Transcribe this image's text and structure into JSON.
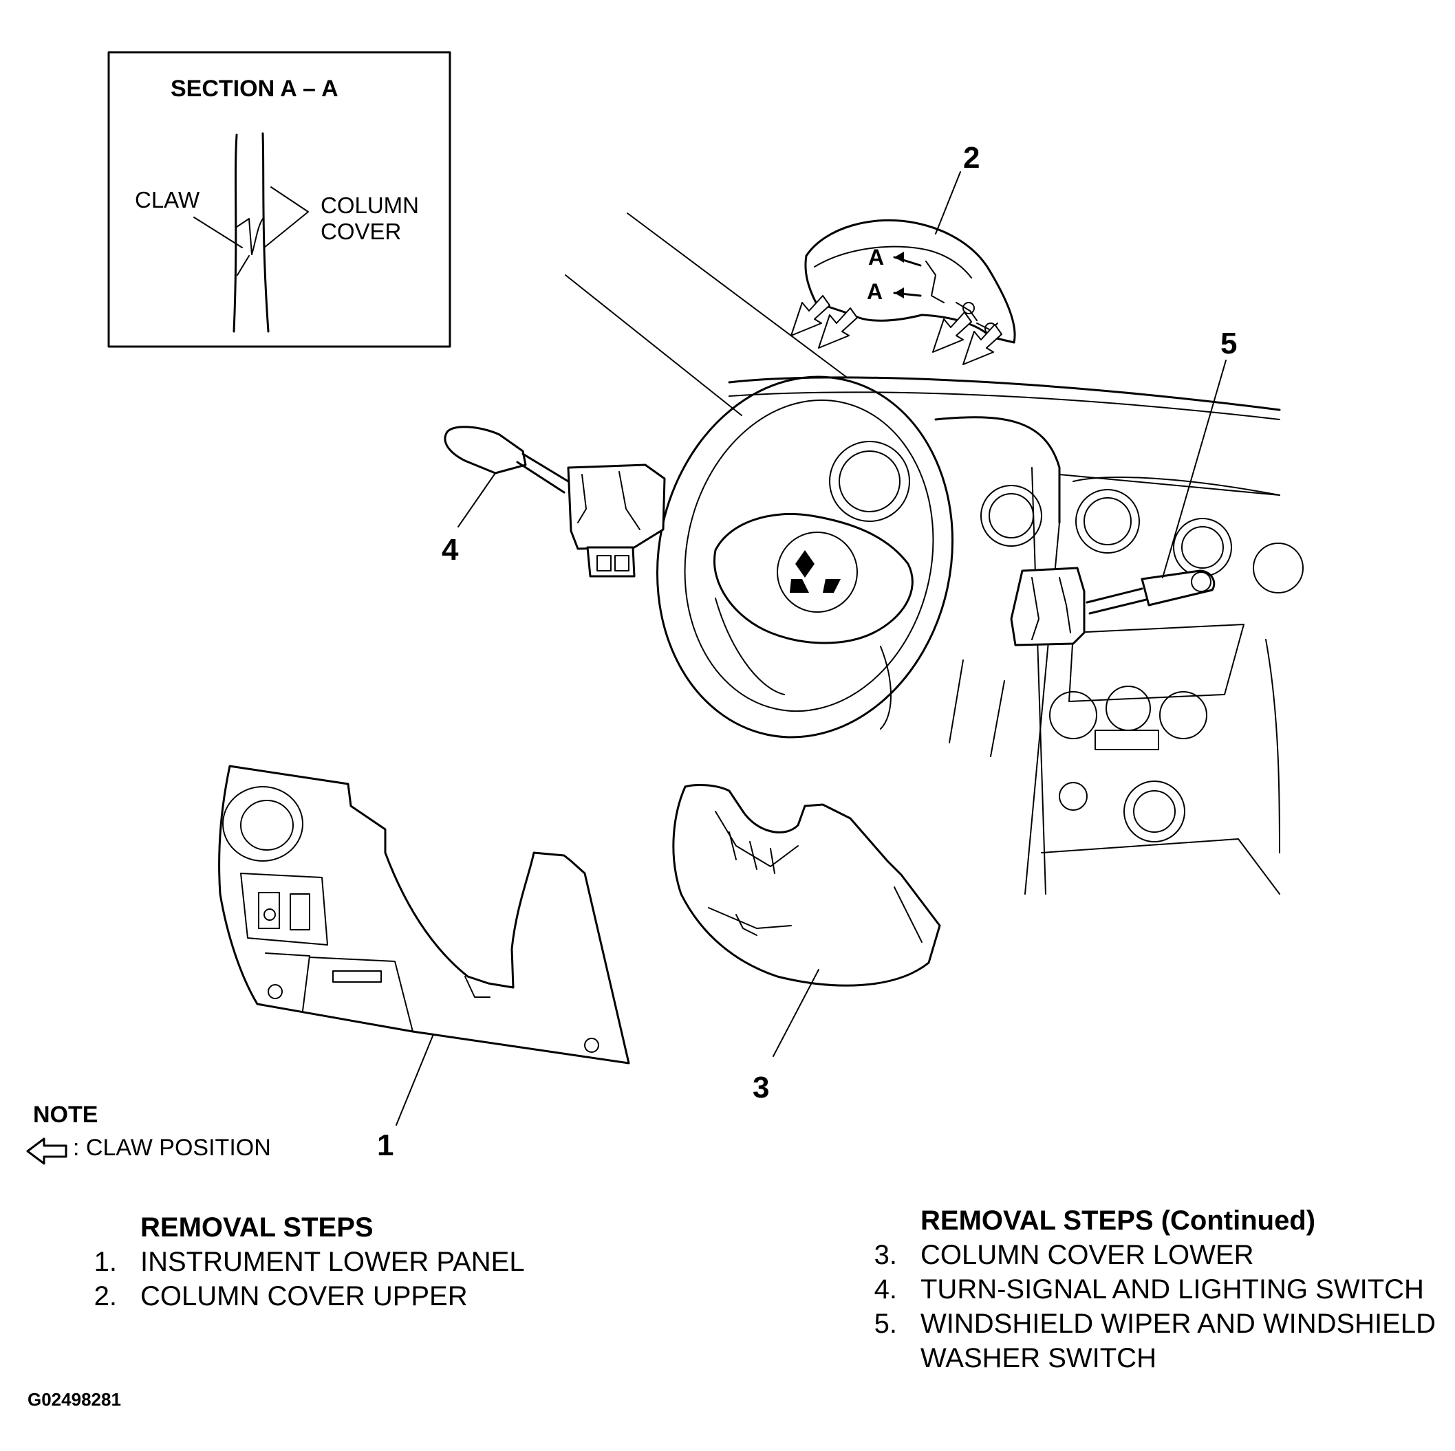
{
  "section": {
    "title": "SECTION A – A",
    "claw_label": "CLAW",
    "column_cover_label_1": "COLUMN",
    "column_cover_label_2": "COVER"
  },
  "callouts": {
    "c1": "1",
    "c2": "2",
    "c3": "3",
    "c4": "4",
    "c5": "5",
    "section_a_1": "A",
    "section_a_2": "A"
  },
  "note": {
    "title": "NOTE",
    "legend_icon": "hollow-arrow-icon",
    "legend_text": ": CLAW POSITION"
  },
  "removal_steps": {
    "title": "REMOVAL STEPS",
    "items": [
      {
        "num": "1.",
        "text": "INSTRUMENT LOWER PANEL"
      },
      {
        "num": "2.",
        "text": "COLUMN COVER UPPER"
      }
    ]
  },
  "removal_steps_continued": {
    "title": "REMOVAL STEPS (Continued)",
    "items": [
      {
        "num": "3.",
        "text": "COLUMN COVER LOWER"
      },
      {
        "num": "4.",
        "text": "TURN-SIGNAL AND LIGHTING SWITCH"
      },
      {
        "num": "5.",
        "text": "WINDSHIELD WIPER AND WINDSHIELD"
      },
      {
        "num": "",
        "text": "WASHER SWITCH"
      }
    ]
  },
  "figure_id": "G02498281"
}
